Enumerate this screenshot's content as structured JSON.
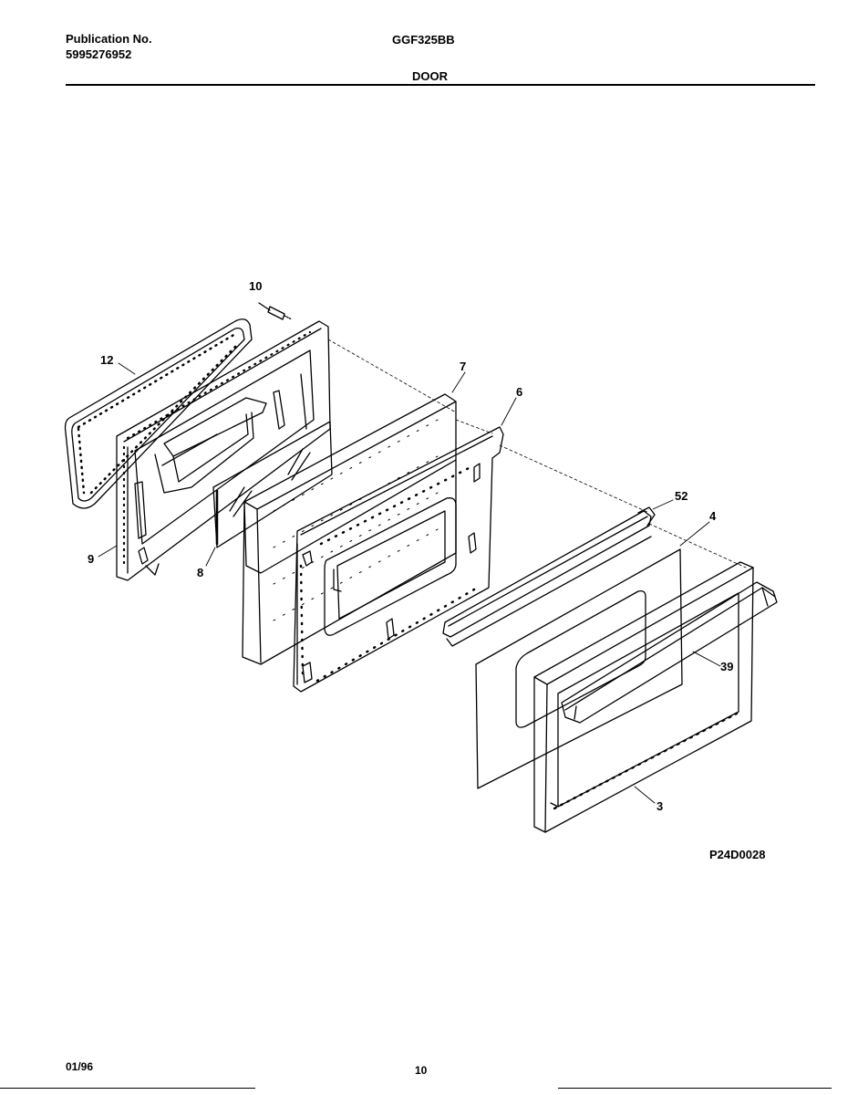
{
  "header": {
    "publication_label": "Publication No.",
    "publication_number": "5995276952",
    "model": "GGF325BB",
    "section": "DOOR"
  },
  "diagram": {
    "code": "P24D0028",
    "callouts": {
      "c10": "10",
      "c12": "12",
      "c9": "9",
      "c8": "8",
      "c7": "7",
      "c6": "6",
      "c52": "52",
      "c4": "4",
      "c39": "39",
      "c3": "3"
    }
  },
  "footer": {
    "date": "01/96",
    "page": "10"
  }
}
